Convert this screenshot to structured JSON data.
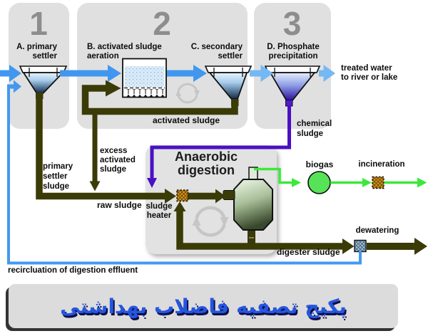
{
  "stage_numbers": [
    "1",
    "2",
    "3"
  ],
  "units": {
    "primary_settler": [
      "A. primary",
      "settler"
    ],
    "aeration": [
      "B. activated sludge",
      "aeration"
    ],
    "secondary_settler": [
      "C. secondary",
      "settler"
    ],
    "phosphate": [
      "D. Phosphate",
      "precipitation"
    ],
    "anaerobic_digestion": [
      "Anaerobic",
      "digestion"
    ],
    "sludge_heater": [
      "sludge",
      "heater"
    ]
  },
  "streams": {
    "treated_water": [
      "treated water",
      "to river or lake"
    ],
    "activated_sludge": "activated sludge",
    "chemical_sludge": [
      "chemical",
      "sludge"
    ],
    "excess_activated_sludge": [
      "excess",
      "activated",
      "sludge"
    ],
    "primary_settler_sludge": [
      "primary",
      "settler",
      "sludge"
    ],
    "raw_sludge": "raw sludge",
    "biogas": "biogas",
    "incineration": "incineration",
    "dewatering": "dewatering",
    "digester_sludge": "digester sludge",
    "recirculation": "recircluation of digestion effluent"
  },
  "title": "پکیج تصفیه فاضلاب بهداشتی",
  "colors": {
    "water_flow": "#4197f0",
    "treated_flow": "#74b8f4",
    "sludge_line": "#3b3b07",
    "chemical_line": "#4a10c4",
    "biogas_line": "#3ce83c",
    "biogas_circle": "#57e357",
    "heater_square": "#d8951f",
    "dewatering_square": "#a5c3d3",
    "panel_gray": "#e0e0e0",
    "stage_number_gray": "#8d8d8d",
    "title_text_blue": "#2456e0"
  }
}
